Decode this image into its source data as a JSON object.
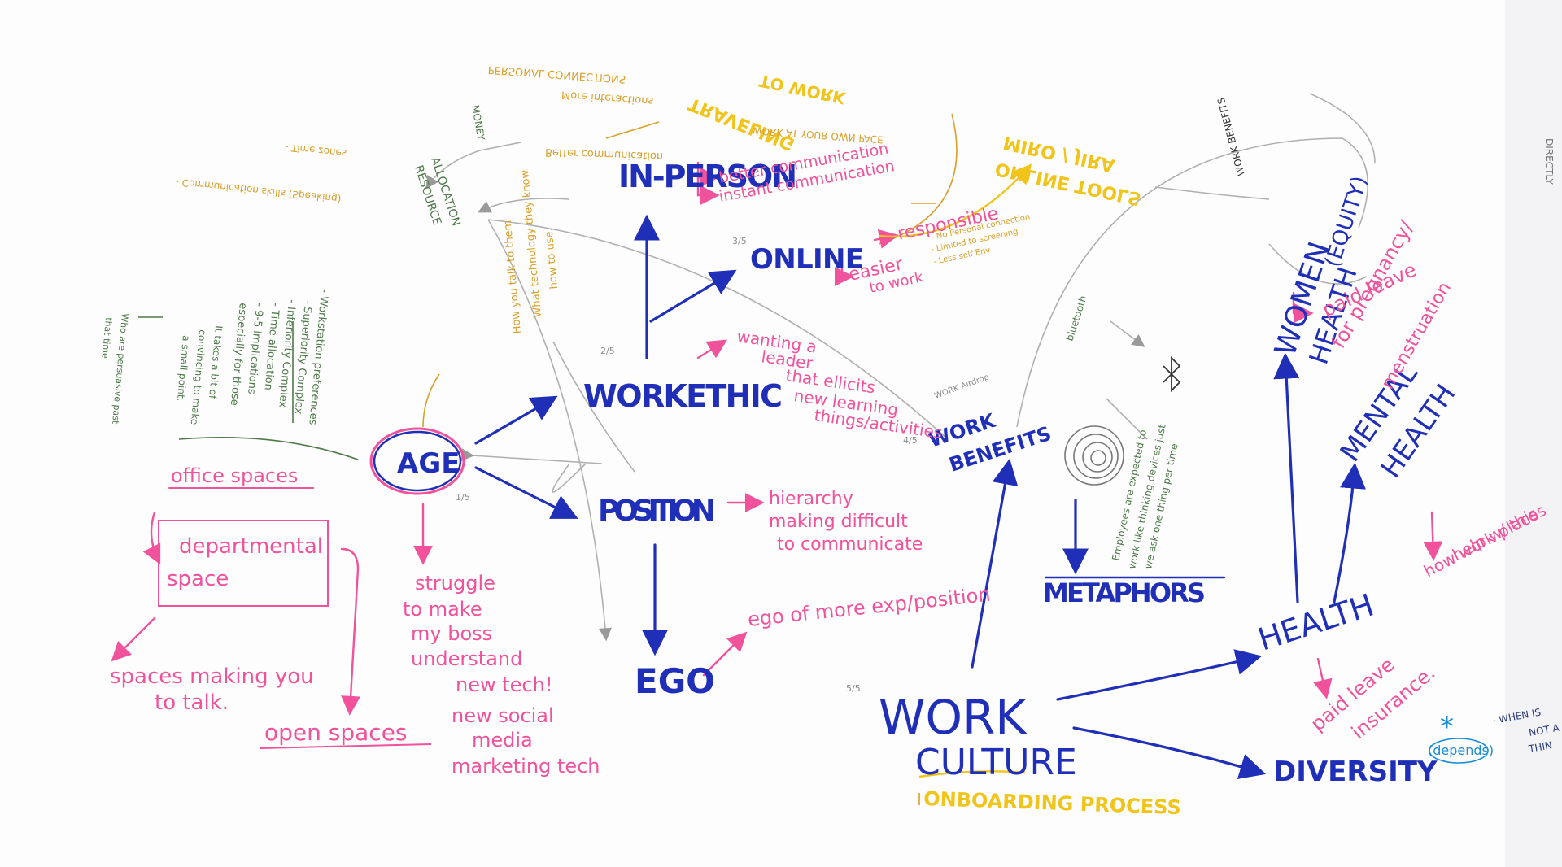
{
  "palette": {
    "paper": "#ffffff",
    "blue": "#1f2fb8",
    "pink": "#f0529c",
    "green": "#4f7a4a",
    "orange": "#d9a02a",
    "yellow": "#f0c419",
    "grey": "#8a8a8a"
  },
  "nodes": {
    "age": "AGE",
    "workethic": "WORKETHIC",
    "position": "POSITION",
    "ego": "EGO",
    "in_person": "IN-PERSON",
    "online": "ONLINE",
    "work_benefits_1": "WORK",
    "work_benefits_2": "BENEFITS",
    "metaphors": "METAPHORS",
    "work_culture_1": "WORK",
    "work_culture_2": "CULTURE",
    "health": "HEALTH",
    "diversity": "DIVERSITY",
    "diversity_star": "*",
    "depends": "(depends)",
    "women_health_1": "WOMEN",
    "women_health_2": "HEALTH",
    "equity": "(EQUITY)",
    "mental_health_1": "MENTAL",
    "mental_health_2": "HEALTH"
  },
  "notes": {
    "office_spaces": "office spaces",
    "departmental_1": "departmental",
    "departmental_2": "space",
    "spaces_talk_1": "spaces making you",
    "spaces_talk_2": "to talk.",
    "open_spaces": "open spaces",
    "struggle": [
      "struggle",
      "to make",
      "my boss",
      "understand",
      "new tech!",
      "new social",
      "media",
      "marketing tech"
    ],
    "hierarchy": [
      "hierarchy",
      "making difficult",
      "to communicate"
    ],
    "ego_more": "ego of more exp/position",
    "wanting_leader": [
      "wanting a",
      "leader",
      "that ellicits",
      "new learning",
      "things/activities"
    ],
    "better_comm": [
      "better communication",
      "instant communication"
    ],
    "responsible": "responsible",
    "easier": [
      "easier",
      "to work"
    ],
    "online_tools": [
      "ONLINE TOOLS",
      "MIRO / JIRA"
    ],
    "traveling": [
      "TRAVELING",
      "TO WORK"
    ],
    "onboarding": "ONBOARDING PROCESS",
    "paid_leave": [
      "paid leave",
      "for pregnancy/",
      "menstruation"
    ],
    "paid_leave_ins": [
      "paid leave",
      "insurance."
    ],
    "how_work": [
      "how work places",
      "help w/ this"
    ],
    "employees": [
      "Employees are expected to",
      "work like thinking devices just",
      "we ask one thing per time"
    ],
    "bluetooth": "bluetooth",
    "age_notes": [
      "- Workstation preferences",
      "- Superiority Complex",
      "- Inferiority Complex",
      "- Time allocation",
      "- 9-5 implications",
      "  especially for those"
    ],
    "takes_bit": [
      "It takes a bit of",
      "convincing to make",
      "a small point."
    ],
    "persuasive": [
      "Who are persuasive past",
      "that time"
    ],
    "how_talk": [
      "How you talk to them",
      "What technology they know",
      "how to use."
    ],
    "comm_skills": [
      "- Communication skills (Speaking)",
      "- Time zones"
    ],
    "resource": [
      "RESOURCE",
      "ALLOCATION"
    ],
    "money": "MONEY",
    "in_person_notes": [
      "Better communication",
      "More interactions",
      "PERSONAL CONNECTIONS",
      "WORK AT YOUR OWN PACE"
    ],
    "no_personal": [
      "- No Personal connection",
      "- Limited to screening",
      "- Less self Env"
    ],
    "work_benefits_note": "WORK BENEFITS",
    "when_notes": [
      "- WHEN IS",
      "NOT A",
      "THIN"
    ],
    "directly": "DIRECTLY",
    "fraction": "1/5",
    "fraction2": "2/5",
    "fraction3": "3/5",
    "fraction4": "4/5",
    "fraction5": "5/5",
    "work_drop": "WORK Airdrop"
  }
}
